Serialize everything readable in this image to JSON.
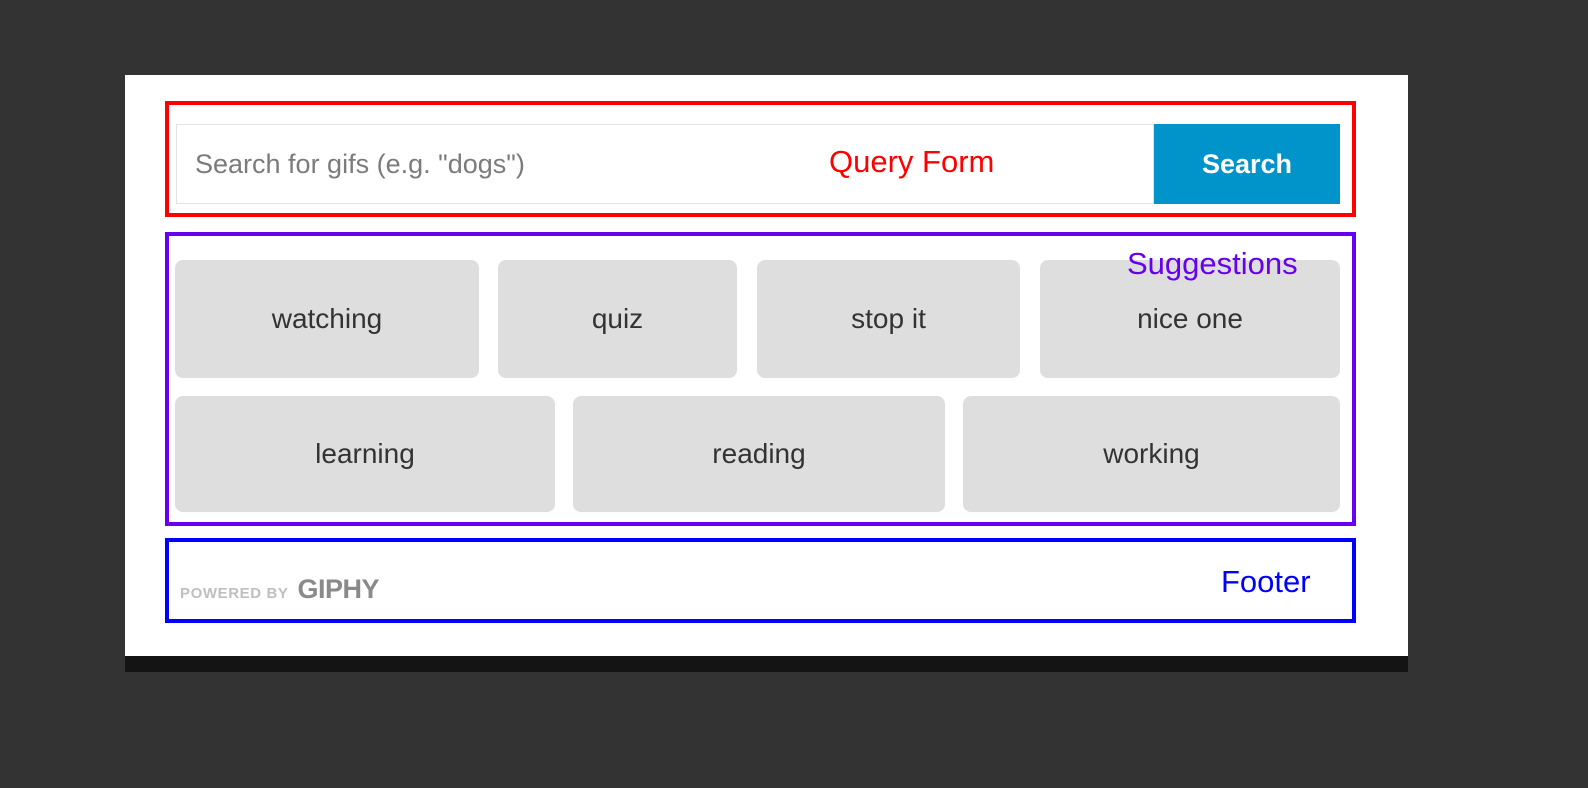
{
  "page": {
    "background_color": "#333333",
    "card_background": "#ffffff",
    "card_shadow_color": "#141414"
  },
  "annotations": [
    {
      "name": "query-form",
      "label": "Query Form",
      "color": "#ff0000"
    },
    {
      "name": "suggestions",
      "label": "Suggestions",
      "color": "#6600ee"
    },
    {
      "name": "footer",
      "label": "Footer",
      "color": "#0000ff"
    }
  ],
  "query_form": {
    "annotation_label": "Query Form",
    "annotation_color": "#ff0000",
    "search_input": {
      "placeholder": "Search for gifs (e.g. \"dogs\")",
      "value": ""
    },
    "search_button": {
      "label": "Search",
      "background_color": "#0094ca",
      "text_color": "#ffffff"
    }
  },
  "suggestions": {
    "annotation_label": "Suggestions",
    "annotation_color": "#6600ee",
    "chip_background": "#dedede",
    "chip_text_color": "#333333",
    "rows": [
      {
        "items": [
          "watching",
          "quiz",
          "stop it",
          "nice one"
        ]
      },
      {
        "items": [
          "learning",
          "reading",
          "working"
        ]
      }
    ],
    "items_flat": [
      "watching",
      "quiz",
      "stop it",
      "nice one",
      "learning",
      "reading",
      "working"
    ]
  },
  "footer": {
    "annotation_label": "Footer",
    "annotation_color": "#0000ff",
    "attribution": {
      "powered_by": "POWERED BY",
      "wordmark": "GIPHY",
      "powered_by_color": "#bfbfbf",
      "wordmark_color": "#8a8a8a"
    }
  }
}
